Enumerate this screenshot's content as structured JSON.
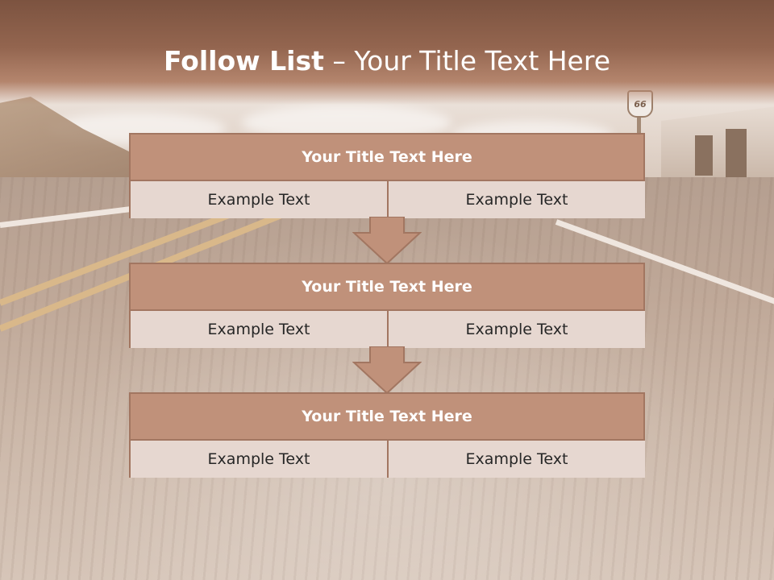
{
  "slide": {
    "title_bold": "Follow List",
    "title_rest": "– Your Title Text Here",
    "sign_text": "66"
  },
  "steps": [
    {
      "title": "Your Title Text Here",
      "left": "Example Text",
      "right": "Example Text"
    },
    {
      "title": "Your Title Text Here",
      "left": "Example Text",
      "right": "Example Text"
    },
    {
      "title": "Your Title Text Here",
      "left": "Example Text",
      "right": "Example Text"
    }
  ],
  "colors": {
    "header": "#93654f",
    "box_header": "#c0917a",
    "box_border": "#a27661",
    "box_cell": "#e6d7d0",
    "arrow": "#c0917a"
  }
}
